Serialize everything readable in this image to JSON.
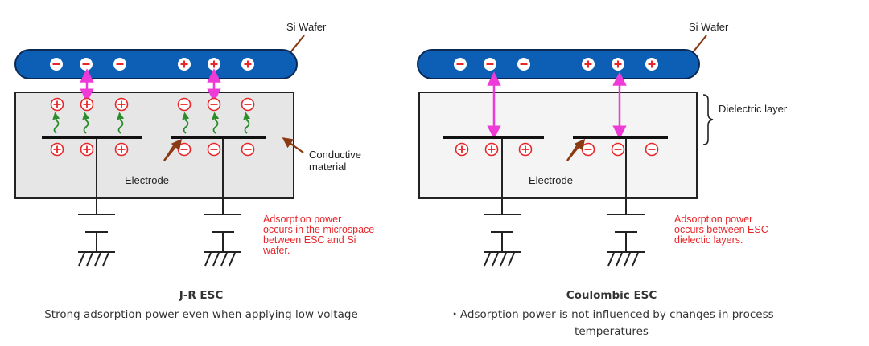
{
  "left": {
    "wafer_label": "Si Wafer",
    "electrode_label": "Electrode",
    "material_label_line1": "Conductive",
    "material_label_line2": "material",
    "note_lines": [
      "Adsorption power",
      "occurs in the microspace",
      "between ESC  and Si",
      "wafer."
    ],
    "title": "J-R ESC",
    "description": "Strong adsorption power even when applying low voltage"
  },
  "right": {
    "wafer_label": "Si Wafer",
    "electrode_label": "Electrode",
    "dielectric_label": "Dielectric layer",
    "note_lines": [
      "Adsorption power",
      "occurs between ESC",
      "dielectic layers."
    ],
    "title": "Coulombic ESC",
    "description_line1": "・Adsorption power is not influenced by changes in process",
    "description_line2": "temperatures"
  },
  "charges": {
    "plus": "+",
    "minus": "−"
  },
  "colors": {
    "wafer_fill": "#0d5fb5",
    "body_fill": "#e6e6e6",
    "body_fill_right": "#f4f4f4",
    "accent_arrow": "#ee3ad6",
    "pointer_arrow": "#8a3a12",
    "charge_red": "#e8262a",
    "wave_green": "#2c8c2c",
    "note_red": "#e8262a"
  }
}
